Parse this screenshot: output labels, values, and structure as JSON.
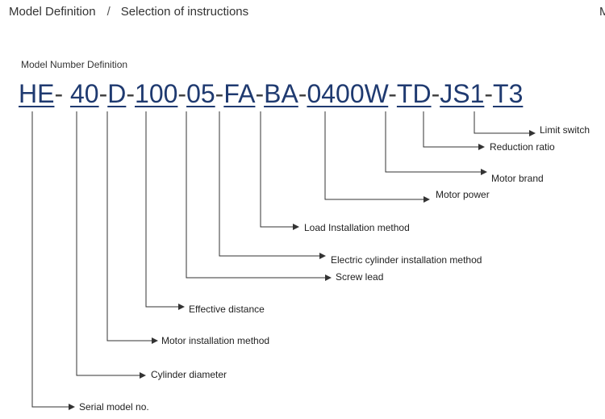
{
  "breadcrumb": {
    "root": "Model Definition",
    "separator": "/",
    "current": "Selection of instructions",
    "edge_cut": "M"
  },
  "section_title": "Model Number Definition",
  "model_code": {
    "segments": [
      "HE",
      "40",
      "D",
      "100",
      "05",
      "FA",
      "BA",
      "0400W",
      "TD",
      "JS1",
      "T3"
    ],
    "separator": "-"
  },
  "labels": {
    "serial_model": "Serial model no.",
    "cylinder_diameter": "Cylinder diameter",
    "motor_installation": "Motor installation method",
    "effective_distance": "Effective distance",
    "screw_lead": "Screw lead",
    "electric_cylinder_installation": "Electric cylinder installation method",
    "load_installation": "Load Installation method",
    "motor_power": "Motor power",
    "motor_brand": "Motor brand",
    "reduction_ratio": "Reduction ratio",
    "limit_switch": "Limit switch"
  },
  "colors": {
    "code_text": "#1f3a70",
    "lines": "#333333"
  }
}
